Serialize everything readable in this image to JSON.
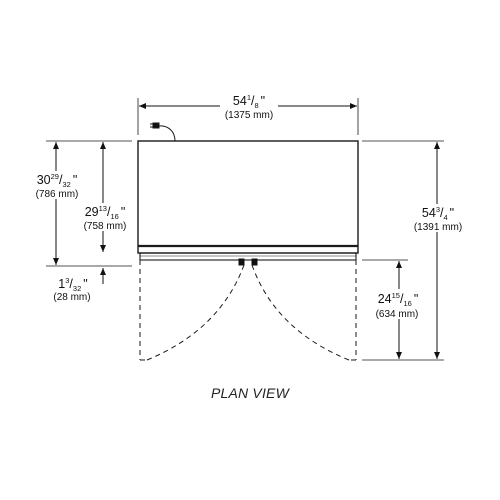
{
  "caption": "PLAN VIEW",
  "dimensions": {
    "overall_width": {
      "whole": "54",
      "num": "1",
      "den": "8",
      "mark": "\"",
      "metric": "(1375 mm)"
    },
    "cabinet_depth": {
      "whole": "30",
      "num": "29",
      "den": "32",
      "mark": "\"",
      "metric": "(786 mm)"
    },
    "body_depth": {
      "whole": "29",
      "num": "13",
      "den": "16",
      "mark": "\"",
      "metric": "(758 mm)"
    },
    "door_thickness": {
      "whole": "1",
      "num": "3",
      "den": "32",
      "mark": "\"",
      "metric": "(28 mm)"
    },
    "overall_depth_open": {
      "whole": "54",
      "num": "3",
      "den": "4",
      "mark": "\"",
      "metric": "(1391 mm)"
    },
    "door_swing": {
      "whole": "24",
      "num": "15",
      "den": "16",
      "mark": "\"",
      "metric": "(634 mm)"
    }
  },
  "colors": {
    "line": "#1a1a1a",
    "text": "#111111"
  }
}
